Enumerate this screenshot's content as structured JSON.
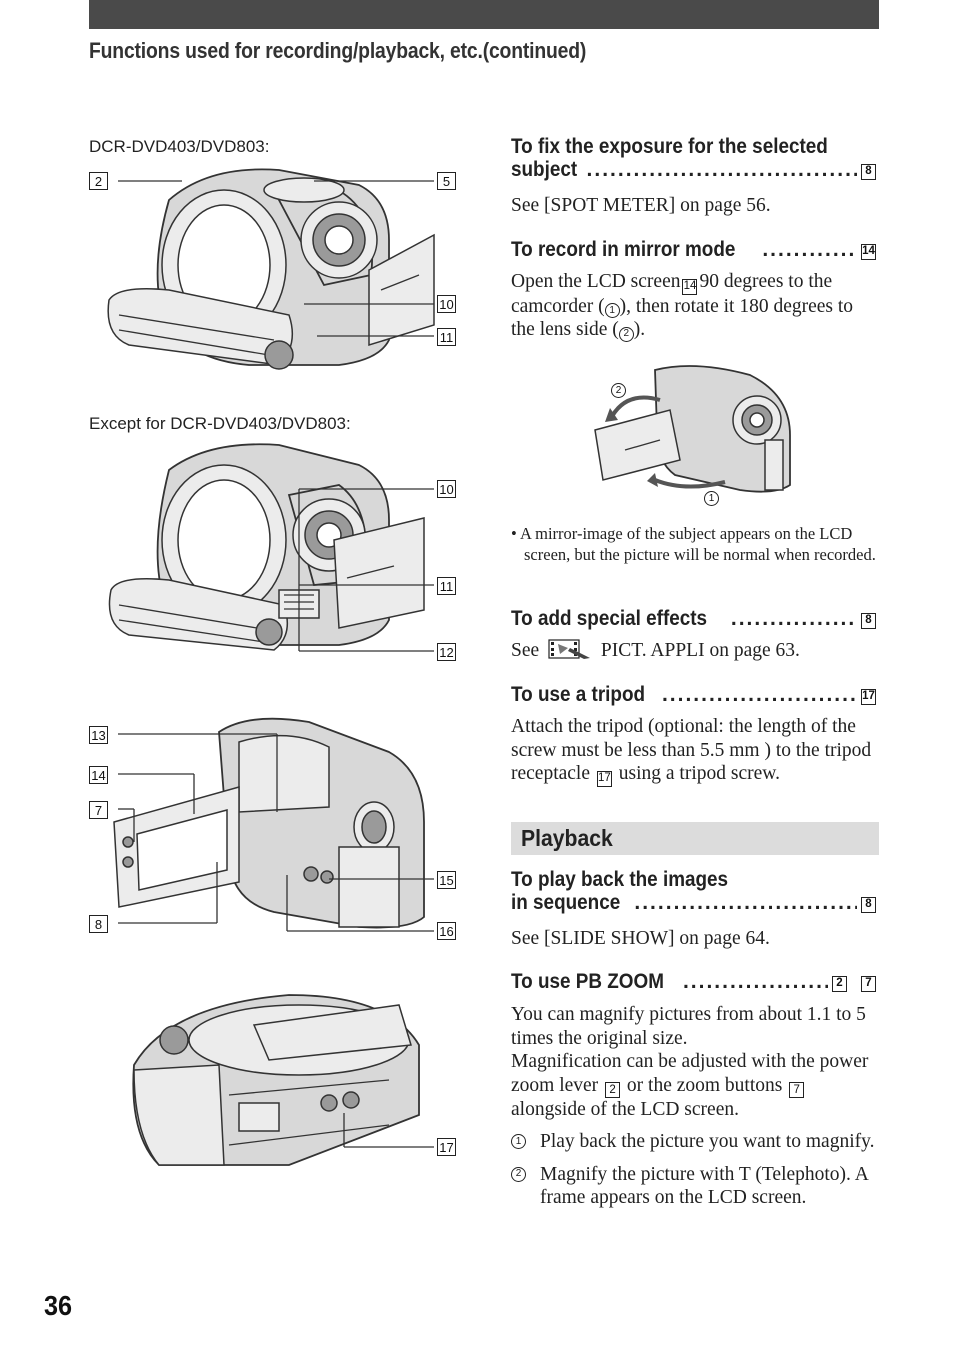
{
  "header": {
    "title": "Functions used for recording/playback, etc.(continued)"
  },
  "captions": {
    "dvd403": "DCR-DVD403/DVD803:",
    "except": "Except for DCR-DVD403/DVD803:"
  },
  "callouts": {
    "fig1": {
      "c2": "2",
      "c5": "5",
      "c10": "10",
      "c11": "11"
    },
    "fig2": {
      "c10": "10",
      "c11": "11",
      "c12": "12"
    },
    "fig3": {
      "c13": "13",
      "c14": "14",
      "c7": "7",
      "c8": "8",
      "c15": "15",
      "c16": "16"
    },
    "fig4": {
      "c17": "17"
    },
    "mirror": {
      "s2": "2",
      "s1": "1"
    }
  },
  "sections": {
    "exposure": {
      "title_line1": "To fix the exposure for the selected",
      "title_line2": "subject",
      "ref": "8",
      "body": "See [SPOT METER] on page 56."
    },
    "mirror": {
      "title": "To record in mirror mode",
      "ref": "14",
      "body_a": "Open the LCD screen",
      "body_ref": "14",
      "body_b": "90 degrees to the camcorder (",
      "circ1": "1",
      "body_c": "), then rotate it 180 degrees to the lens side (",
      "circ2": "2",
      "body_d": ").",
      "note": "• A mirror-image of the subject appears on the LCD screen, but the picture will be normal when recorded."
    },
    "effects": {
      "title": "To add special effects",
      "ref": "8",
      "body_a": "See",
      "body_b": "PICT. APPLI on page 63."
    },
    "tripod": {
      "title": "To use a tripod",
      "ref": "17",
      "body_a": "Attach the tripod (optional: the length of the screw must be less than 5.5 mm ) to the tripod receptacle",
      "body_ref": "17",
      "body_b": "using a tripod screw."
    },
    "playback_banner": "Playback",
    "sequence": {
      "title_line1": "To play back the images",
      "title_line2": "in sequence",
      "ref": "8",
      "body": "See [SLIDE SHOW] on page 64."
    },
    "pbzoom": {
      "title": "To use PB ZOOM",
      "ref1": "2",
      "ref2": "7",
      "body_a": "You can magnify pictures from about 1.1 to 5 times the original size.",
      "body_b": "Magnification can be adjusted with the power zoom lever",
      "body_ref1": "2",
      "body_c": "or the zoom buttons",
      "body_ref2": "7",
      "body_d": "alongside of the LCD screen.",
      "steps": [
        {
          "n": "1",
          "text": "Play back the picture you want to magnify."
        },
        {
          "n": "2",
          "text": "Magnify the picture with T (Telephoto). A frame appears on the LCD screen."
        }
      ]
    }
  },
  "page_number": "36"
}
